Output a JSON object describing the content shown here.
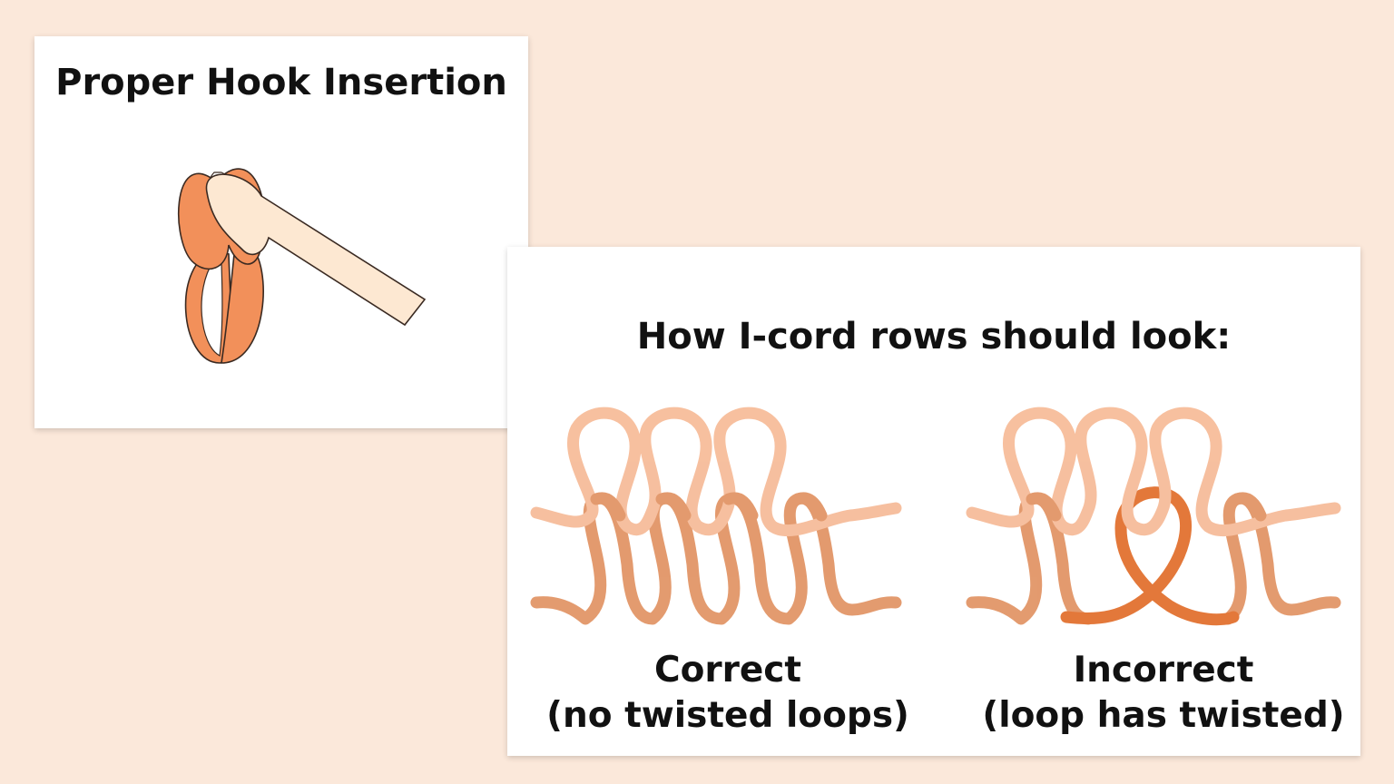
{
  "hook_panel": {
    "title": "Proper Hook Insertion"
  },
  "icord_panel": {
    "title": "How I-cord rows should look:",
    "correct": {
      "line1": "Correct",
      "line2": "(no twisted loops)"
    },
    "incorrect": {
      "line1": "Incorrect",
      "line2": "(loop has twisted)"
    }
  },
  "colors": {
    "background": "#fbe8da",
    "top_row_loop": "#f6b995",
    "bottom_row_loop": "#e0905f",
    "twisted_loop": "#e06a25",
    "hook_loop": "#f2905a",
    "hook_tool": "#fde8d2"
  }
}
